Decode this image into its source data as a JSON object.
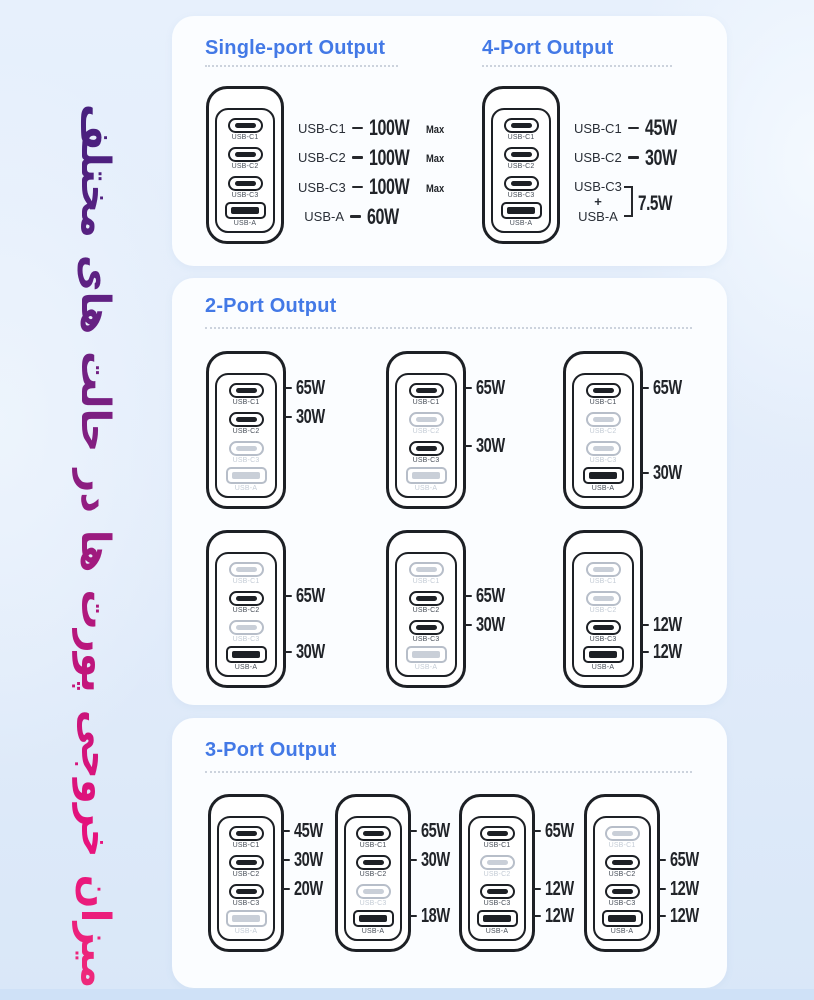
{
  "side_text": {
    "text": "میزان خروجی پورت ها در حالت های مختلف"
  },
  "theme": {
    "heading_color": "#4379e6",
    "ink": "#1d2025",
    "inactive_gray": "#b7bec9",
    "card_bg": "#fbfdff",
    "page_bg": "#e2ecfa",
    "bottom_band": "#cfe1f7",
    "gradient_top": "#45207d",
    "gradient_bottom": "#ee2a7b"
  },
  "ports_order": [
    "USB-C1",
    "USB-C2",
    "USB-C3",
    "USB-A"
  ],
  "sections": {
    "single": {
      "title": "Single-port Output",
      "charger": {
        "active": [
          true,
          true,
          true,
          true
        ]
      },
      "rows": [
        {
          "port": "USB-C1",
          "watt": "100W",
          "suffix": "Max"
        },
        {
          "port": "USB-C2",
          "watt": "100W",
          "suffix": "Max"
        },
        {
          "port": "USB-C3",
          "watt": "100W",
          "suffix": "Max"
        },
        {
          "port": "USB-A",
          "watt": "60W",
          "suffix": ""
        }
      ]
    },
    "four": {
      "title": "4-Port Output",
      "charger": {
        "active": [
          true,
          true,
          true,
          true
        ]
      },
      "rows": [
        {
          "port": "USB-C1",
          "watt": "45W",
          "suffix": ""
        },
        {
          "port": "USB-C2",
          "watt": "30W",
          "suffix": ""
        }
      ],
      "combo": {
        "top": "USB-C3",
        "plus": "+",
        "bottom": "USB-A",
        "watt": "7.5W"
      }
    },
    "two": {
      "title": "2-Port Output",
      "chargers": [
        {
          "ports": [
            {
              "label": "USB-C1",
              "active": true,
              "watt": "65W"
            },
            {
              "label": "USB-C2",
              "active": true,
              "watt": "30W"
            },
            {
              "label": "USB-C3",
              "active": false
            },
            {
              "label": "USB-A",
              "active": false
            }
          ]
        },
        {
          "ports": [
            {
              "label": "USB-C1",
              "active": true,
              "watt": "65W"
            },
            {
              "label": "USB-C2",
              "active": false
            },
            {
              "label": "USB-C3",
              "active": true,
              "watt": "30W"
            },
            {
              "label": "USB-A",
              "active": false
            }
          ]
        },
        {
          "ports": [
            {
              "label": "USB-C1",
              "active": true,
              "watt": "65W"
            },
            {
              "label": "USB-C2",
              "active": false
            },
            {
              "label": "USB-C3",
              "active": false
            },
            {
              "label": "USB-A",
              "active": true,
              "watt": "30W"
            }
          ]
        },
        {
          "ports": [
            {
              "label": "USB-C1",
              "active": false
            },
            {
              "label": "USB-C2",
              "active": true,
              "watt": "65W"
            },
            {
              "label": "USB-C3",
              "active": false
            },
            {
              "label": "USB-A",
              "active": true,
              "watt": "30W"
            }
          ]
        },
        {
          "ports": [
            {
              "label": "USB-C1",
              "active": false
            },
            {
              "label": "USB-C2",
              "active": true,
              "watt": "65W"
            },
            {
              "label": "USB-C3",
              "active": true,
              "watt": "30W"
            },
            {
              "label": "USB-A",
              "active": false
            }
          ]
        },
        {
          "ports": [
            {
              "label": "USB-C1",
              "active": false
            },
            {
              "label": "USB-C2",
              "active": false
            },
            {
              "label": "USB-C3",
              "active": true,
              "watt": "12W"
            },
            {
              "label": "USB-A",
              "active": true,
              "watt": "12W"
            }
          ]
        }
      ]
    },
    "three": {
      "title": "3-Port Output",
      "chargers": [
        {
          "ports": [
            {
              "label": "USB-C1",
              "active": true,
              "watt": "45W"
            },
            {
              "label": "USB-C2",
              "active": true,
              "watt": "30W"
            },
            {
              "label": "USB-C3",
              "active": true,
              "watt": "20W"
            },
            {
              "label": "USB-A",
              "active": false
            }
          ]
        },
        {
          "ports": [
            {
              "label": "USB-C1",
              "active": true,
              "watt": "65W"
            },
            {
              "label": "USB-C2",
              "active": true,
              "watt": "30W"
            },
            {
              "label": "USB-C3",
              "active": false
            },
            {
              "label": "USB-A",
              "active": true,
              "watt": "18W"
            }
          ]
        },
        {
          "ports": [
            {
              "label": "USB-C1",
              "active": true,
              "watt": "65W"
            },
            {
              "label": "USB-C2",
              "active": false
            },
            {
              "label": "USB-C3",
              "active": true,
              "watt": "12W"
            },
            {
              "label": "USB-A",
              "active": true,
              "watt": "12W"
            }
          ]
        },
        {
          "ports": [
            {
              "label": "USB-C1",
              "active": false
            },
            {
              "label": "USB-C2",
              "active": true,
              "watt": "65W"
            },
            {
              "label": "USB-C3",
              "active": true,
              "watt": "12W"
            },
            {
              "label": "USB-A",
              "active": true,
              "watt": "12W"
            }
          ]
        }
      ]
    }
  }
}
